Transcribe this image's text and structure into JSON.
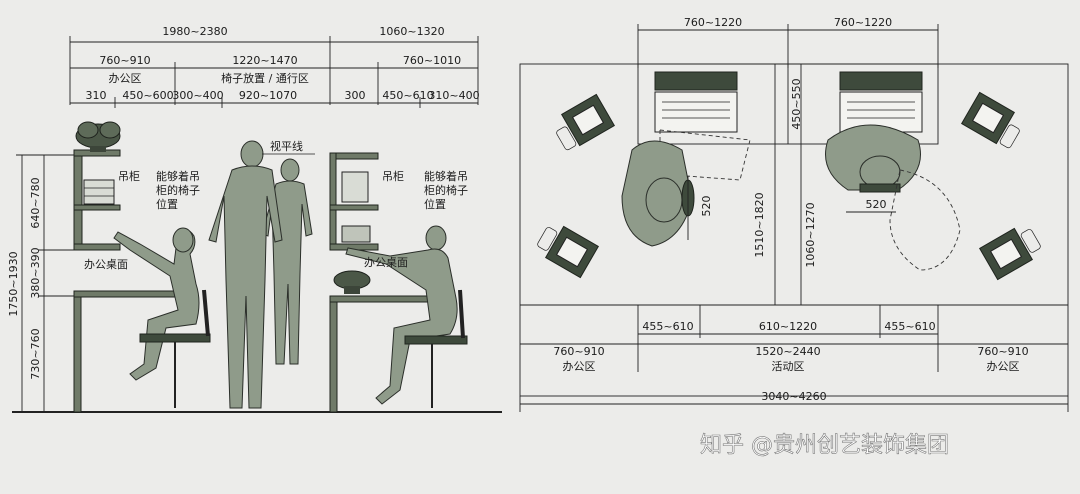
{
  "elevation": {
    "dims_top": {
      "total_left": "1980~2380",
      "total_right": "1060~1320",
      "office_zone_width": "760~910",
      "chair_zone_width": "1220~1470",
      "right_desk_width": "760~1010",
      "d310": "310",
      "d450_600": "450~600",
      "d300_400": "300~400",
      "d920_1070": "920~1070",
      "d300": "300",
      "d450_610": "450~610",
      "d310_400": "310~400"
    },
    "zones": {
      "office": "办公区",
      "chair_passage": "椅子放置 / 通行区"
    },
    "dims_left": {
      "total_height": "1750~1930",
      "cabinet_height": "640~780",
      "gap_height": "380~390",
      "desk_height": "730~760"
    },
    "labels": {
      "sightline": "视平线",
      "cabinet_left": "吊柜",
      "cabinet_right": "吊柜",
      "reach_left": [
        "能够着吊",
        "柜的椅子",
        "位置"
      ],
      "reach_right": [
        "能够着吊",
        "柜的椅子",
        "位置"
      ],
      "desk_left": "办公桌面",
      "desk_right": "办公桌面"
    }
  },
  "plan": {
    "dims_top": {
      "left": "760~1220",
      "right": "760~1220"
    },
    "dims_center": {
      "d450_550": "450~550",
      "d1510_1820": "1510~1820",
      "d1060_1270": "1060~1270",
      "d520_left": "520",
      "d520_right": "520"
    },
    "dims_bottom": {
      "d455_610_left": "455~610",
      "d610_1220": "610~1220",
      "d455_610_right": "455~610",
      "office_left_width": "760~910",
      "office_left_label": "办公区",
      "activity_width": "1520~2440",
      "activity_label": "活动区",
      "office_right_width": "760~910",
      "office_right_label": "办公区",
      "total": "3040~4260"
    }
  },
  "watermark": "知乎 @贵州创艺装饰集团",
  "colors": {
    "figure": "#8f9b8a",
    "furniture": "#3e4a3c",
    "line": "#222222"
  }
}
